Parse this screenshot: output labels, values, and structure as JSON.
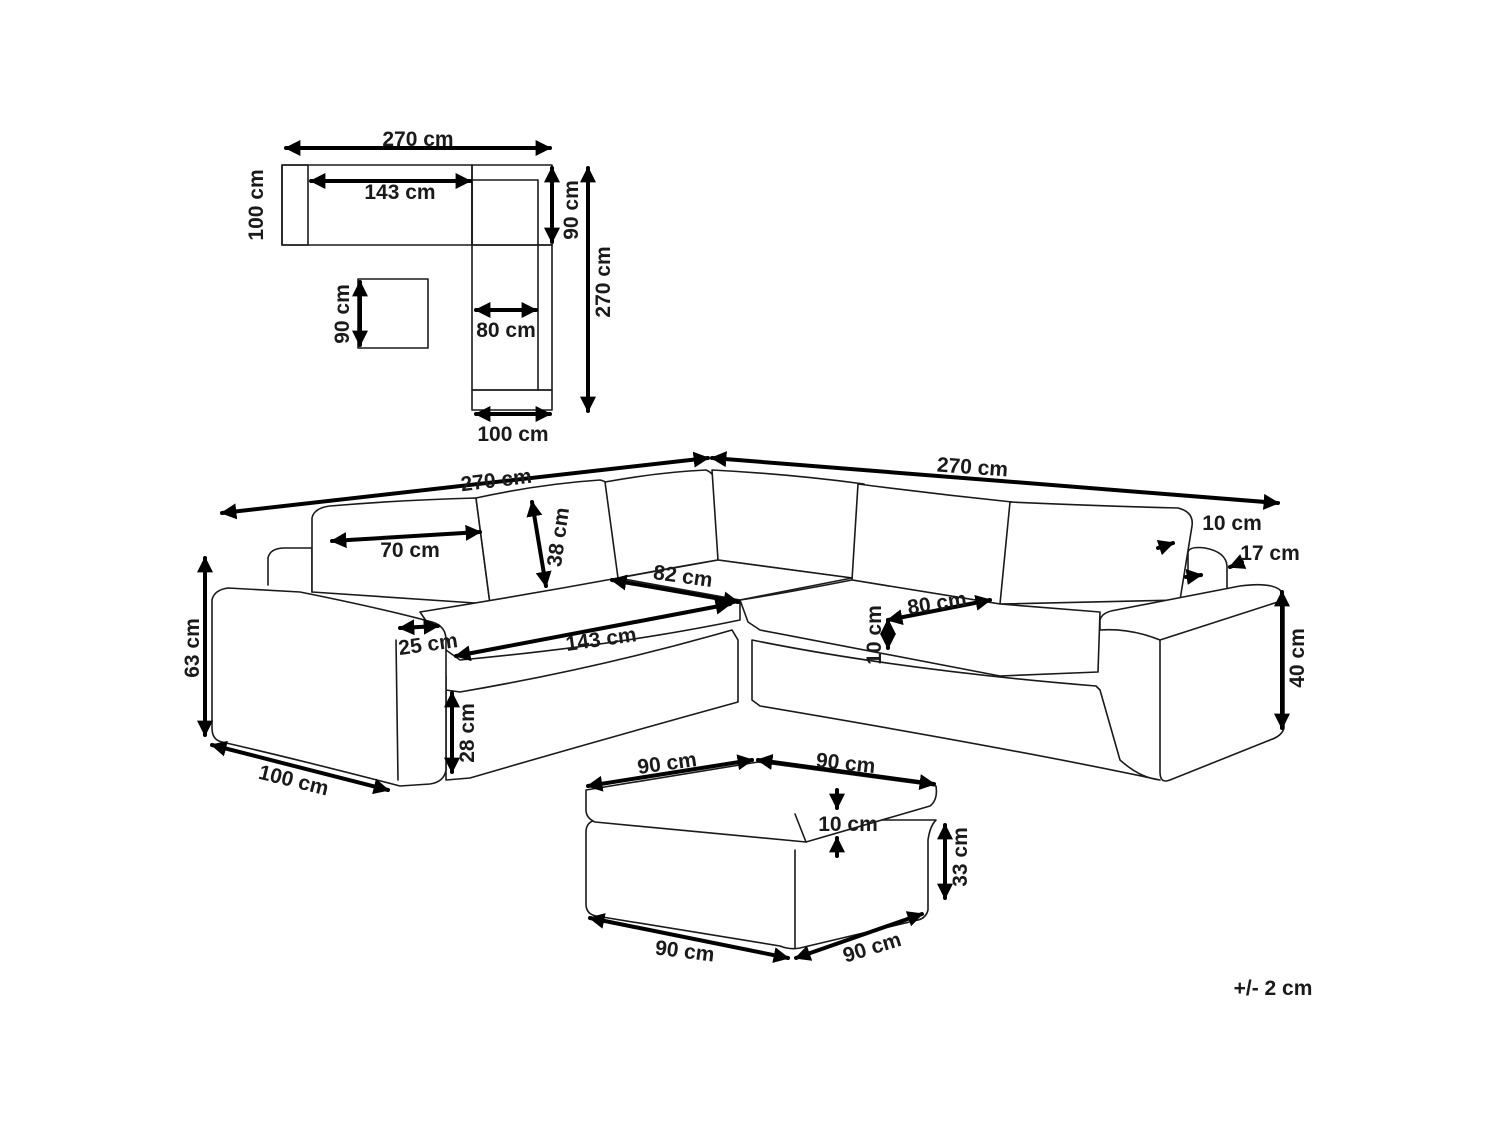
{
  "plan": {
    "total_width": "270 cm",
    "seat_width": "143 cm",
    "module_depth": "100 cm",
    "corner_depth": "90 cm",
    "total_length": "270 cm",
    "ottoman_depth": "90 cm",
    "seat_depth": "80 cm",
    "module_width": "100 cm"
  },
  "sofa": {
    "left_length": "270 cm",
    "right_length": "270 cm",
    "back_cushion_width": "70 cm",
    "back_cushion_height": "38 cm",
    "corner_seat": "82 cm",
    "seat_depth": "80 cm",
    "backrest_thickness": "10 cm",
    "armrest_width_top": "17 cm",
    "height": "63 cm",
    "armrest_width": "25 cm",
    "seat_length": "143 cm",
    "cushion_thickness": "10 cm",
    "arm_height": "40 cm",
    "seat_height": "28 cm",
    "depth": "100 cm"
  },
  "ottoman": {
    "top_left": "90 cm",
    "top_right": "90 cm",
    "cushion": "10 cm",
    "height": "33 cm",
    "bottom_left": "90 cm",
    "bottom_right": "90 cm"
  },
  "tolerance": "+/- 2 cm"
}
